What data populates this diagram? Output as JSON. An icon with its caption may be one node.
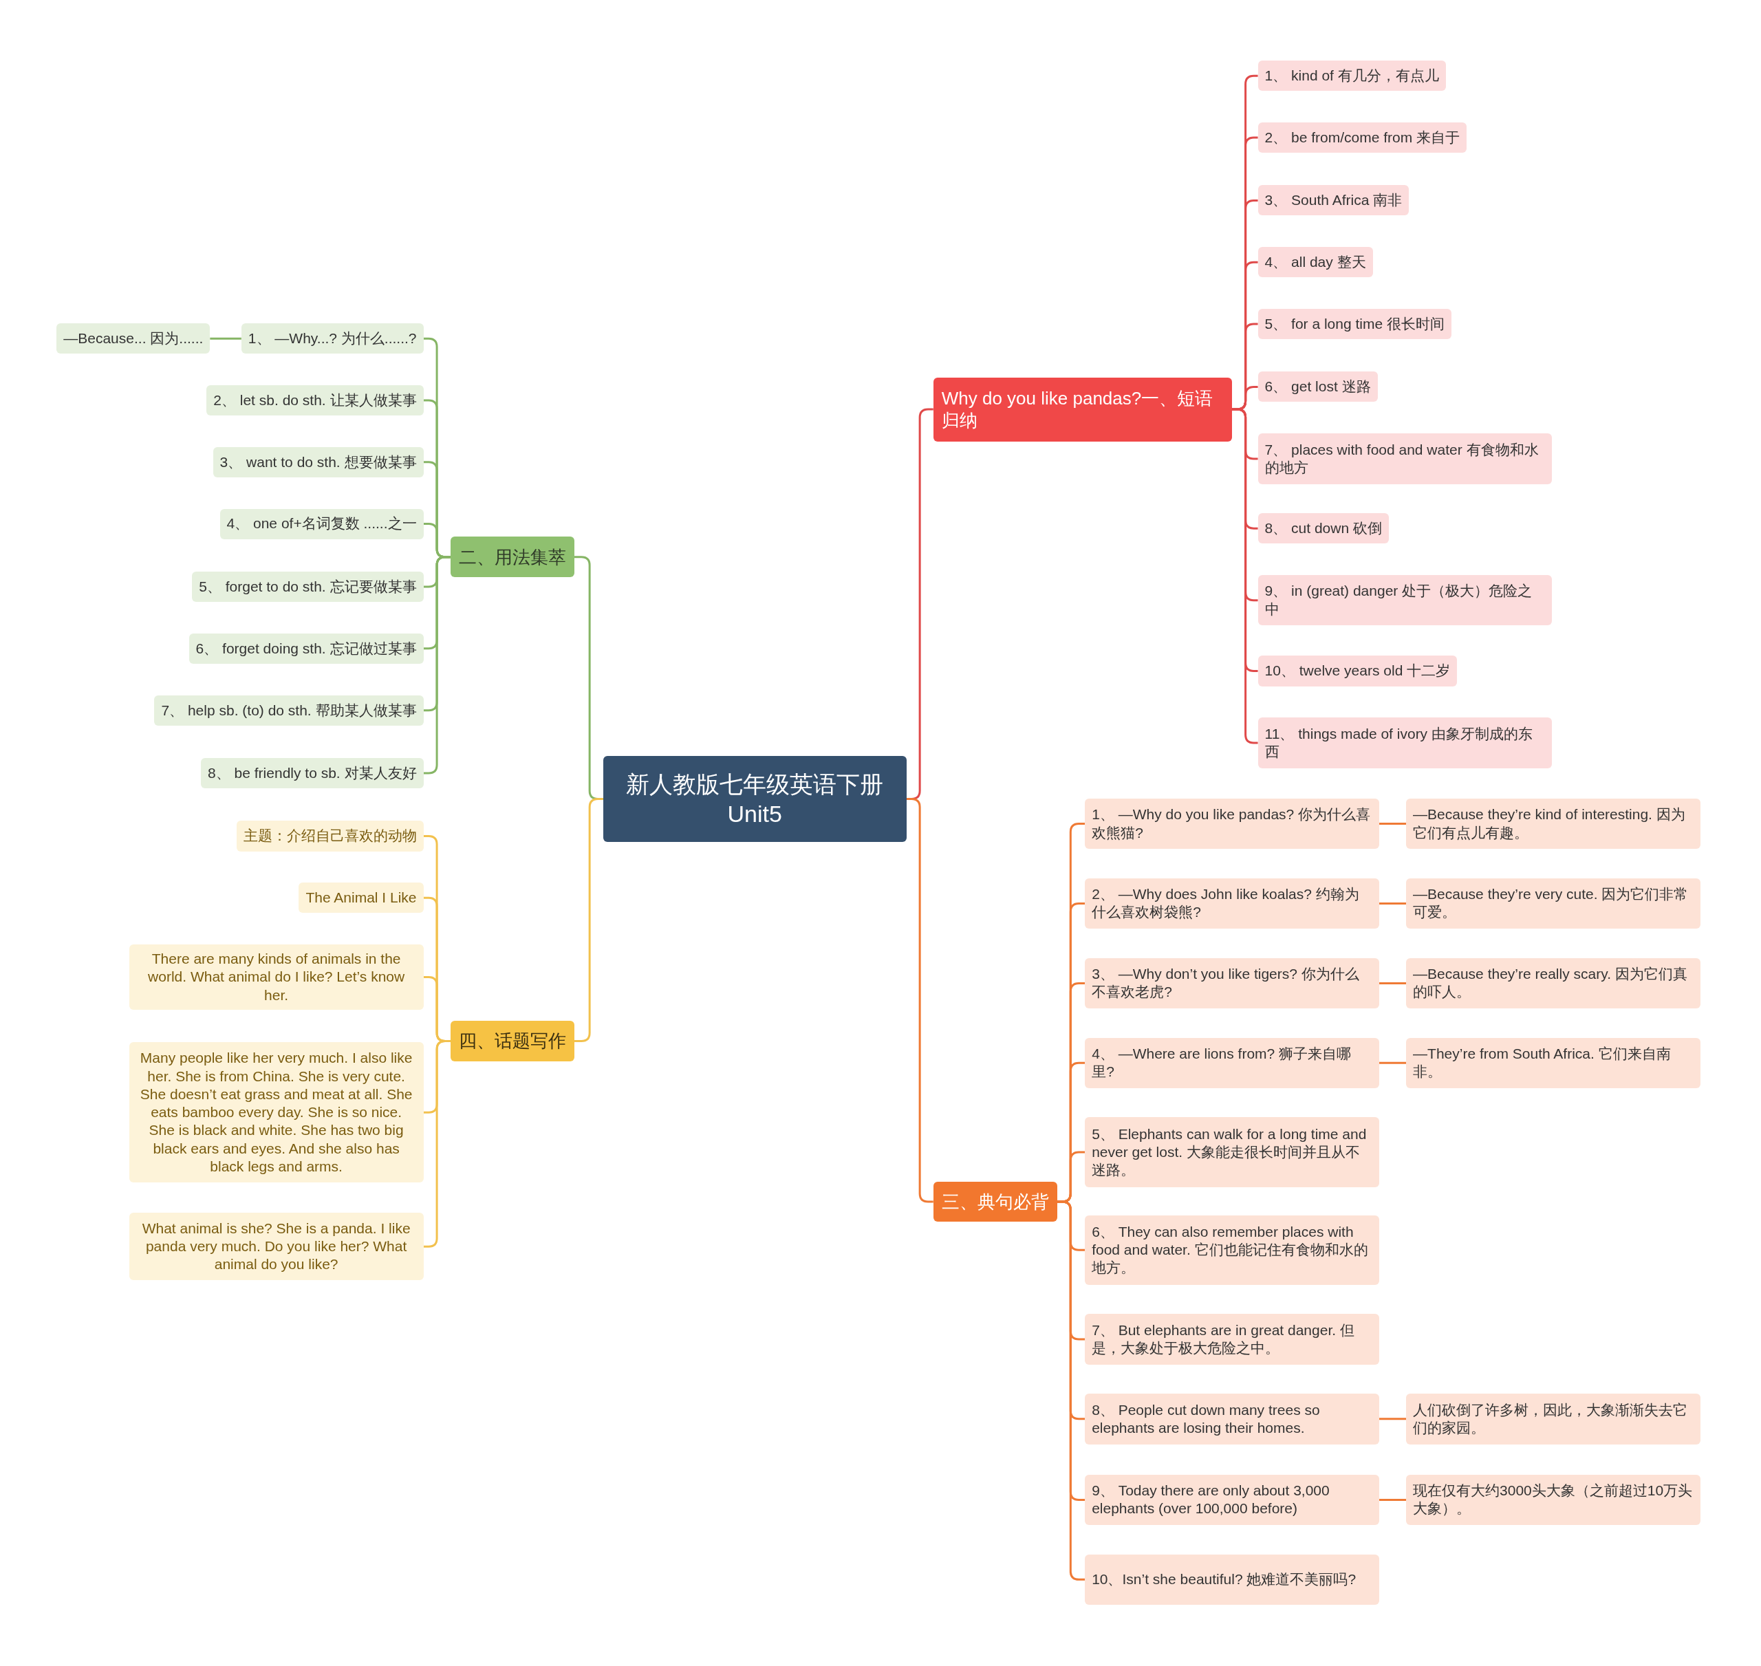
{
  "diagram": {
    "nodes": [
      {
        "text": [
          "新人教版七年级英语下册Unit5"
        ]
      },
      {
        "text": [
          "Why do you like pandas?一、短语归纳"
        ]
      },
      {
        "text": [
          "1、 kind of 有几分，有点儿"
        ]
      },
      {
        "text": [
          "2、 be from/come from 来自于"
        ]
      },
      {
        "text": [
          "3、 South Africa 南非"
        ]
      },
      {
        "text": [
          "4、 all day 整天"
        ]
      },
      {
        "text": [
          "5、 for a long time 很长时间"
        ]
      },
      {
        "text": [
          "6、 get lost 迷路"
        ]
      },
      {
        "text": [
          "7、 places with food and water 有食物和水的地方"
        ]
      },
      {
        "text": [
          "8、 cut down 砍倒"
        ]
      },
      {
        "text": [
          "9、 in (great) danger 处于（极大）危险之中"
        ]
      },
      {
        "text": [
          "10、 twelve years old 十二岁"
        ]
      },
      {
        "text": [
          "11、 things made of ivory 由象牙制成的东西"
        ]
      },
      {
        "text": [
          "三、典句必背"
        ]
      },
      {
        "text": [
          "1、 —Why do you like pandas? 你为什么喜欢熊猫?"
        ]
      },
      {
        "text": [
          "—Because they’re kind of interesting. 因为它们有点儿有趣。"
        ]
      },
      {
        "text": [
          "2、 —Why does John like koalas? 约翰为什么喜欢树袋熊?"
        ]
      },
      {
        "text": [
          "—Because they’re very cute. 因为它们非常可爱。"
        ]
      },
      {
        "text": [
          "3、 —Why don’t you like tigers? 你为什么不喜欢老虎?"
        ]
      },
      {
        "text": [
          "—Because they’re really scary. 因为它们真的吓人。"
        ]
      },
      {
        "text": [
          "4、 —Where are lions from? 狮子来自哪里?"
        ]
      },
      {
        "text": [
          "—They’re from South Africa. 它们来自南非。"
        ]
      },
      {
        "text": [
          "5、 Elephants can walk for a long time and never get lost. 大象能走很长时间并且从不迷路。"
        ]
      },
      {
        "text": [
          "6、 They can also remember places with food and water. 它们也能记住有食物和水的地方。"
        ]
      },
      {
        "text": [
          "7、 But elephants are in great danger. 但是，大象处于极大危险之中。"
        ]
      },
      {
        "text": [
          "8、 People cut down many trees so elephants are losing their homes."
        ]
      },
      {
        "text": [
          "人们砍倒了许多树，因此，大象渐渐失去它们的家园。"
        ]
      },
      {
        "text": [
          "9、 Today there are only about 3,000 elephants (over 100,000 before)"
        ]
      },
      {
        "text": [
          "现在仅有大约3000头大象（之前超过10万头大象）。"
        ]
      },
      {
        "text": [
          "10、Isn’t she beautiful? 她难道不美丽吗?"
        ]
      },
      {
        "text": [
          "二、用法集萃"
        ]
      },
      {
        "text": [
          "1、 —Why...? 为什么......?"
        ]
      },
      {
        "text": [
          "—Because... 因为......"
        ]
      },
      {
        "text": [
          "2、 let sb. do sth. 让某人做某事"
        ]
      },
      {
        "text": [
          "3、 want to do sth. 想要做某事"
        ]
      },
      {
        "text": [
          "4、 one of+名词复数 ......之一"
        ]
      },
      {
        "text": [
          "5、 forget to do sth. 忘记要做某事"
        ]
      },
      {
        "text": [
          "6、 forget doing sth. 忘记做过某事"
        ]
      },
      {
        "text": [
          "7、 help sb. (to) do sth. 帮助某人做某事"
        ]
      },
      {
        "text": [
          "8、 be friendly to sb. 对某人友好"
        ]
      },
      {
        "text": [
          "四、话题写作"
        ]
      },
      {
        "text": [
          "主题：介绍自己喜欢的动物"
        ]
      },
      {
        "text": [
          "The Animal I Like"
        ]
      },
      {
        "text": [
          "There are many kinds of animals in the world. What animal do I like? Let’s know her."
        ]
      },
      {
        "text": [
          "Many people like her very much. I also like her. She is from China. She is very cute. She doesn’t eat grass and meat at all. She eats bamboo every day. She is so nice. She is black and white. She has two big black ears and eyes. And she also has black legs and arms."
        ]
      },
      {
        "text": [
          "What animal is she? She is a panda. I like panda very much. Do you like her? What animal do you like?"
        ]
      }
    ],
    "edges": [
      {
        "from": 0,
        "to": 1,
        "arrow": "none",
        "color": "#e04a4a"
      },
      {
        "from": 1,
        "to": 2,
        "arrow": "none",
        "color": "#e04a4a"
      },
      {
        "from": 1,
        "to": 3,
        "arrow": "none",
        "color": "#e04a4a"
      },
      {
        "from": 1,
        "to": 4,
        "arrow": "none",
        "color": "#e04a4a"
      },
      {
        "from": 1,
        "to": 5,
        "arrow": "none",
        "color": "#e04a4a"
      },
      {
        "from": 1,
        "to": 6,
        "arrow": "none",
        "color": "#e04a4a"
      },
      {
        "from": 1,
        "to": 7,
        "arrow": "none",
        "color": "#e04a4a"
      },
      {
        "from": 1,
        "to": 8,
        "arrow": "none",
        "color": "#e04a4a"
      },
      {
        "from": 1,
        "to": 9,
        "arrow": "none",
        "color": "#e04a4a"
      },
      {
        "from": 1,
        "to": 10,
        "arrow": "none",
        "color": "#e04a4a"
      },
      {
        "from": 1,
        "to": 11,
        "arrow": "none",
        "color": "#e04a4a"
      },
      {
        "from": 1,
        "to": 12,
        "arrow": "none",
        "color": "#e04a4a"
      },
      {
        "from": 0,
        "to": 13,
        "arrow": "none"
      },
      {
        "from": 13,
        "to": 14,
        "arrow": "none"
      },
      {
        "from": 14,
        "to": 15,
        "arrow": "none"
      },
      {
        "from": 13,
        "to": 16,
        "arrow": "none"
      },
      {
        "from": 16,
        "to": 17,
        "arrow": "none"
      },
      {
        "from": 13,
        "to": 18,
        "arrow": "none"
      },
      {
        "from": 18,
        "to": 19,
        "arrow": "none"
      },
      {
        "from": 13,
        "to": 20,
        "arrow": "none"
      },
      {
        "from": 20,
        "to": 21,
        "arrow": "none"
      },
      {
        "from": 13,
        "to": 22,
        "arrow": "none"
      },
      {
        "from": 13,
        "to": 23,
        "arrow": "none"
      },
      {
        "from": 13,
        "to": 24,
        "arrow": "none"
      },
      {
        "from": 13,
        "to": 25,
        "arrow": "none"
      },
      {
        "from": 25,
        "to": 26,
        "arrow": "none"
      },
      {
        "from": 13,
        "to": 27,
        "arrow": "none"
      },
      {
        "from": 27,
        "to": 28,
        "arrow": "none"
      },
      {
        "from": 13,
        "to": 29,
        "arrow": "none"
      },
      {
        "from": 0,
        "to": 30,
        "arrow": "none",
        "color": "#86b565"
      },
      {
        "from": 30,
        "to": 31,
        "arrow": "none",
        "color": "#86b565"
      },
      {
        "from": 31,
        "to": 32,
        "arrow": "none",
        "color": "#86b565"
      },
      {
        "from": 30,
        "to": 33,
        "arrow": "none",
        "color": "#86b565"
      },
      {
        "from": 30,
        "to": 34,
        "arrow": "none",
        "color": "#86b565"
      },
      {
        "from": 30,
        "to": 35,
        "arrow": "none",
        "color": "#86b565"
      },
      {
        "from": 30,
        "to": 36,
        "arrow": "none",
        "color": "#86b565"
      },
      {
        "from": 30,
        "to": 37,
        "arrow": "none",
        "color": "#86b565"
      },
      {
        "from": 30,
        "to": 38,
        "arrow": "none",
        "color": "#86b565"
      },
      {
        "from": 30,
        "to": 39,
        "arrow": "none",
        "color": "#86b565"
      },
      {
        "from": 0,
        "to": 40,
        "arrow": "none",
        "color": "#f2c14e"
      },
      {
        "from": 40,
        "to": 41,
        "arrow": "none",
        "color": "#f2c14e"
      },
      {
        "from": 40,
        "to": 42,
        "arrow": "none",
        "color": "#f2c14e"
      },
      {
        "from": 40,
        "to": 43,
        "arrow": "none",
        "color": "#f2c14e"
      },
      {
        "from": 40,
        "to": 44,
        "arrow": "none",
        "color": "#f2c14e"
      },
      {
        "from": 40,
        "to": 45,
        "arrow": "none",
        "color": "#f2c14e"
      }
    ]
  }
}
